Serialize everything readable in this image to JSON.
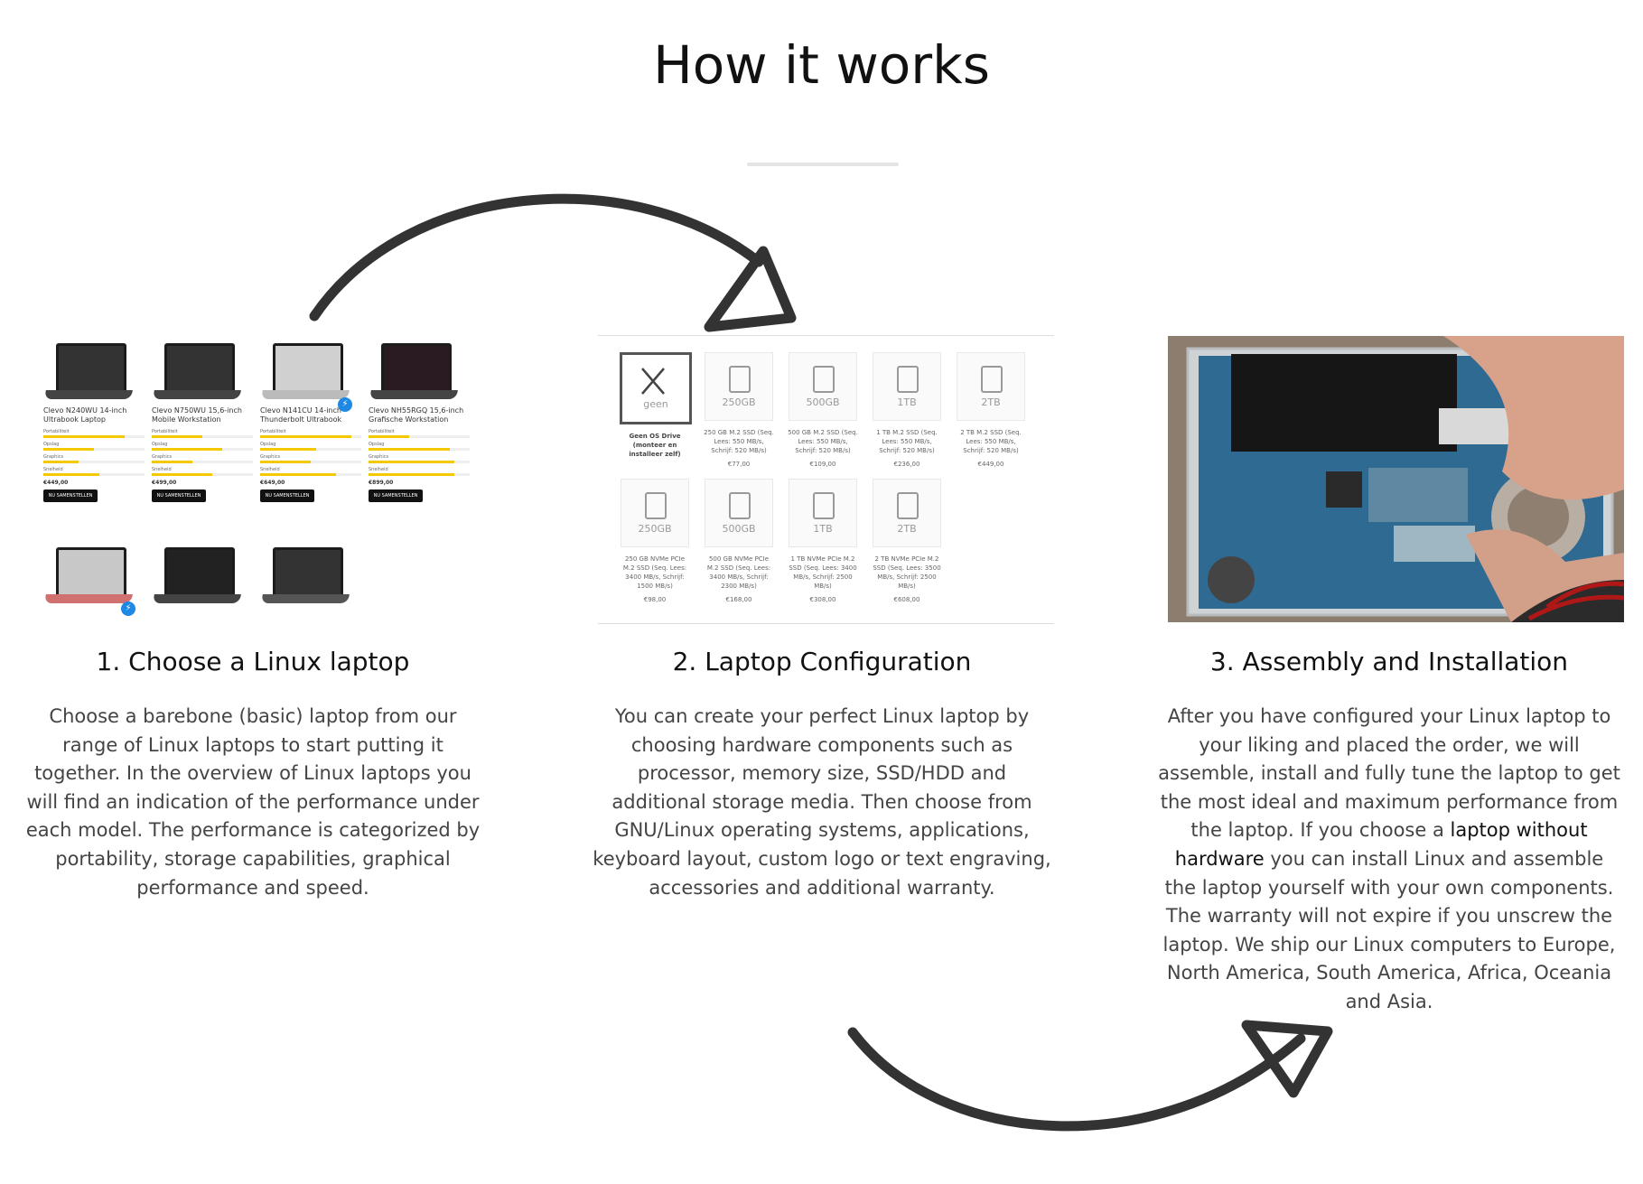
{
  "section": {
    "title": "How it works"
  },
  "steps": [
    {
      "title": "1. Choose a Linux laptop",
      "body": "Choose a barebone (basic) laptop from our range of Linux laptops to start putting it together. In the overview of Linux laptops you will find an indication of the performance under each model. The performance is categorized by portability, storage capabilities, graphical performance and speed."
    },
    {
      "title": "2. Laptop Configuration",
      "body": "You can create your perfect Linux laptop by choosing hardware components such as processor, memory size, SSD/HDD and additional storage media. Then choose from GNU/Linux operating systems, applications, keyboard layout, custom logo or text engraving, accessories and additional warranty."
    },
    {
      "title": "3. Assembly and Installation",
      "body_before": "After you have configured your Linux laptop to your liking and placed the order, we will assemble, install and fully tune the laptop to get the most ideal and maximum performance from the laptop. If you choose a ",
      "link": "laptop without hardware",
      "body_after": " you can install Linux and assemble the laptop yourself with your own components. The warranty will not expire if you unscrew the laptop. We ship our Linux computers to Europe, North America, South America, Africa, Oceania and Asia."
    }
  ],
  "laptop_grid": {
    "cards": [
      {
        "name": "Clevo N240WU 14-inch Ultrabook Laptop",
        "price": "€449,00",
        "button": "NU SAMENSTELLEN",
        "thunderbolt": false
      },
      {
        "name": "Clevo N750WU 15,6-inch Mobile Workstation",
        "price": "€499,00",
        "button": "NU SAMENSTELLEN",
        "thunderbolt": false
      },
      {
        "name": "Clevo N141CU 14-inch Thunderbolt Ultrabook",
        "price": "€649,00",
        "button": "NU SAMENSTELLEN",
        "thunderbolt": true
      },
      {
        "name": "Clevo NH55RGQ 15,6-inch Grafische Workstation",
        "price": "€899,00",
        "button": "NU SAMENSTELLEN",
        "thunderbolt": false
      }
    ],
    "perf_labels": [
      "Portabiliteit",
      "Opslag",
      "Graphics",
      "Snelheid"
    ],
    "perf_levels": [
      [
        0.8,
        0.5,
        0.35,
        0.55
      ],
      [
        0.5,
        0.7,
        0.4,
        0.6
      ],
      [
        0.9,
        0.55,
        0.5,
        0.75
      ],
      [
        0.4,
        0.8,
        0.85,
        0.85
      ]
    ]
  },
  "config": {
    "none_option": {
      "label": "geen",
      "desc": "Geen OS Drive (monteer en installeer zelf)"
    },
    "row1": [
      {
        "size": "250GB",
        "desc": "250 GB M.2 SSD (Seq. Lees: 550 MB/s, Schrijf: 520 MB/s)",
        "price": "€77,00"
      },
      {
        "size": "500GB",
        "desc": "500 GB M.2 SSD (Seq. Lees: 550 MB/s, Schrijf: 520 MB/s)",
        "price": "€109,00"
      },
      {
        "size": "1TB",
        "desc": "1 TB M.2 SSD (Seq. Lees: 550 MB/s, Schrijf: 520 MB/s)",
        "price": "€236,00"
      },
      {
        "size": "2TB",
        "desc": "2 TB M.2 SSD (Seq. Lees: 550 MB/s, Schrijf: 520 MB/s)",
        "price": "€449,00"
      }
    ],
    "row2": [
      {
        "size": "250GB",
        "desc": "250 GB NVMe PCIe M.2 SSD (Seq. Lees: 3400 MB/s, Schrijf: 1500 MB/s)",
        "price": "€98,00"
      },
      {
        "size": "500GB",
        "desc": "500 GB NVMe PCIe M.2 SSD (Seq. Lees: 3400 MB/s, Schrijf: 2300 MB/s)",
        "price": "€168,00"
      },
      {
        "size": "1TB",
        "desc": "1 TB NVMe PCIe M.2 SSD (Seq. Lees: 3400 MB/s, Schrijf: 2500 MB/s)",
        "price": "€308,00"
      },
      {
        "size": "2TB",
        "desc": "2 TB NVMe PCIe M.2 SSD (Seq. Lees: 3500 MB/s, Schrijf: 2500 MB/s)",
        "price": "€608,00"
      }
    ]
  },
  "colors": {
    "arrow": "#333333",
    "perf_bar": "#f5c900",
    "thunderbolt_badge": "#1e88e5"
  }
}
